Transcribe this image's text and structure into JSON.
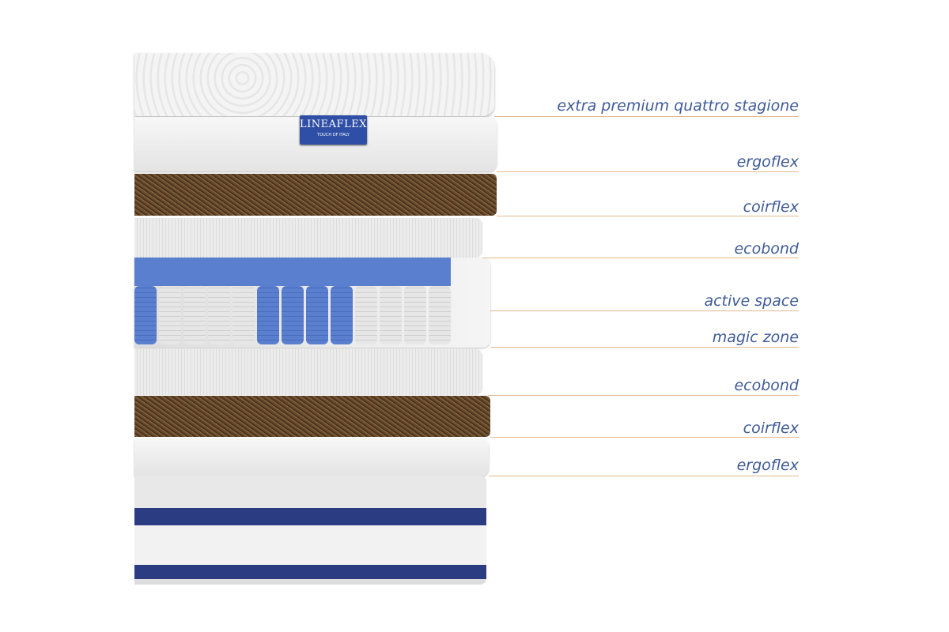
{
  "brand": {
    "name": "LINEAFLEX",
    "tagline": "TOUCH OF ITALY"
  },
  "layers": [
    {
      "label": "extra premium quattro stagione"
    },
    {
      "label": "ergoflex"
    },
    {
      "label": "coirflex"
    },
    {
      "label": "ecobond"
    },
    {
      "label": "active space"
    },
    {
      "label": "magic zone"
    },
    {
      "label": "ecobond"
    },
    {
      "label": "coirflex"
    },
    {
      "label": "ergoflex"
    }
  ],
  "colors": {
    "label_text": "#3f5b98",
    "leader_line": "#e2b88e",
    "spring_blue": "#5a7fcf",
    "base_band": "#2c3c82"
  }
}
